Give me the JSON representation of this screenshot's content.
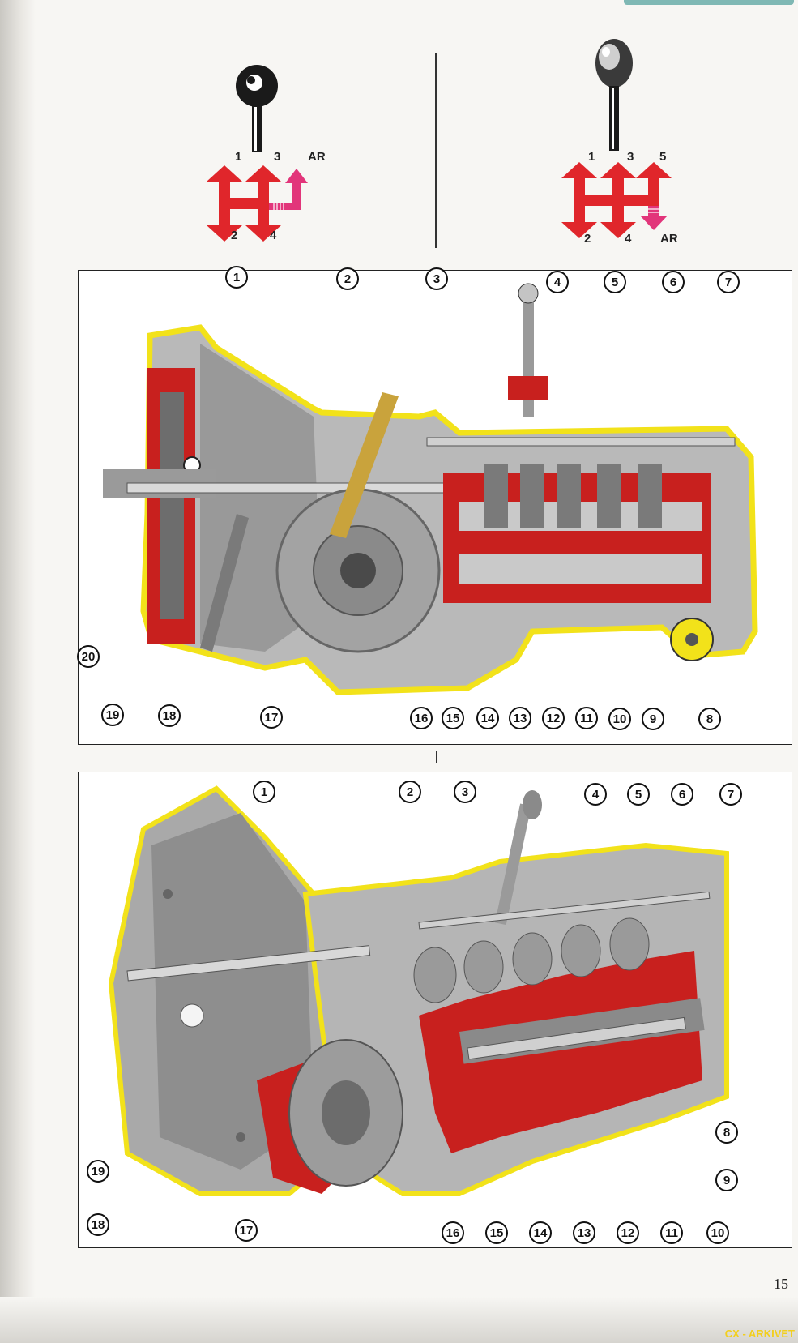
{
  "shift_patterns": {
    "four_speed": {
      "top_labels": [
        "1",
        "3"
      ],
      "reverse_label": "AR",
      "bottom_labels": [
        "2",
        "4"
      ]
    },
    "five_speed": {
      "top_labels": [
        "1",
        "3",
        "5"
      ],
      "bottom_labels": [
        "2",
        "4"
      ],
      "reverse_label": "AR"
    }
  },
  "diagram_top": {
    "top_callouts": [
      "1",
      "2",
      "3",
      "4",
      "5",
      "6",
      "7"
    ],
    "bottom_callouts": [
      "20",
      "19",
      "18",
      "17",
      "16",
      "15",
      "14",
      "13",
      "12",
      "11",
      "10",
      "9",
      "8"
    ]
  },
  "diagram_bottom": {
    "top_callouts": [
      "1",
      "2",
      "3",
      "4",
      "5",
      "6",
      "7"
    ],
    "left_callouts": [
      "19",
      "18"
    ],
    "bottom_callouts": [
      "17",
      "16",
      "15",
      "14",
      "13",
      "12",
      "11",
      "10"
    ],
    "right_callouts": [
      "8",
      "9"
    ]
  },
  "page_number": "15",
  "watermark": "CX - ARKIVET",
  "colors": {
    "arrow_red": "#e0262b",
    "reverse_pink": "#e2357a",
    "housing_yellow": "#f2e21a",
    "section_red": "#c8201e",
    "metal_grey": "#9a9a9a"
  }
}
